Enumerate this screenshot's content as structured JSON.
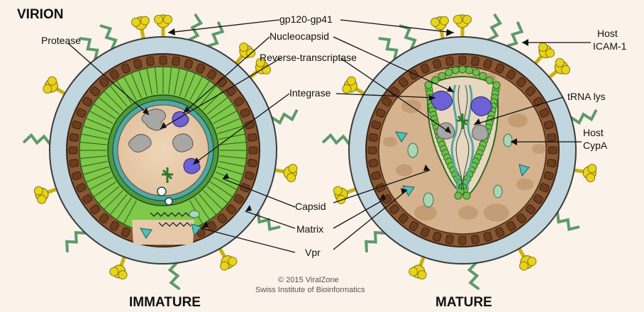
{
  "title": "VIRION",
  "labels": {
    "gp120": "gp120-gp41",
    "protease": "Protease",
    "nucleocapsid": "Nucleocapsid",
    "rt": "Reverse-transcriptase",
    "integrase": "Integrase",
    "host_icam_1": "Host",
    "host_icam_2": "ICAM-1",
    "trna": "tRNA lys",
    "host_cypa_1": "Host",
    "host_cypa_2": "CypA",
    "capsid": "Capsid",
    "matrix": "Matrix",
    "vpr": "Vpr"
  },
  "credit": {
    "line1": "© 2015 ViralZone",
    "line2": "Swiss Institute of Bioinformatics"
  },
  "captions": {
    "immature": "IMMATURE",
    "mature": "MATURE"
  },
  "colors": {
    "background": "#fbf2ea",
    "envelope": "#c2d6df",
    "matrix": "#7a4a2a",
    "capsid_green": "#7ec84a",
    "glycoprotein": "#e8d31c",
    "receptor_stem": "#7fb48a",
    "enzyme": "#6d61d6",
    "vpr": "#4fbfbc",
    "interior": "#e6c9a8"
  }
}
